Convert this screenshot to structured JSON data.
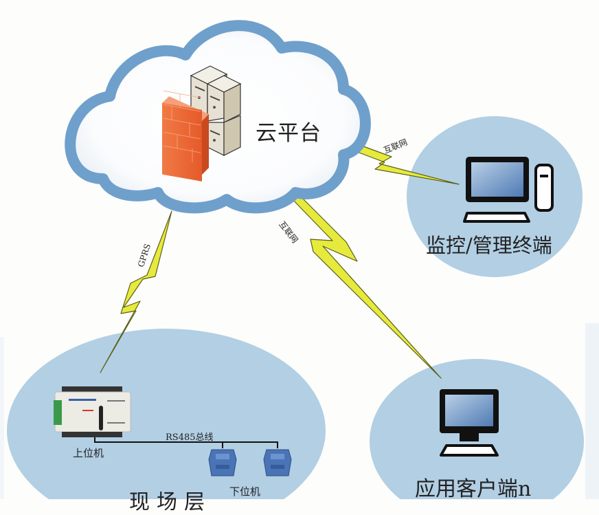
{
  "title": "云平台系统架构示意图",
  "nodes": {
    "cloud": {
      "label": "云平台",
      "icons": [
        "firewall-icon",
        "server-rack-icon"
      ]
    },
    "monitor_terminal": {
      "label": "监控/管理终端",
      "icons": [
        "desktop-computer-icon"
      ]
    },
    "app_client": {
      "label": "应用客户端n",
      "icons": [
        "monitor-icon"
      ]
    },
    "field_layer": {
      "label": "现场层",
      "upper_machine": {
        "label": "上位机",
        "icon": "controller-device-icon"
      },
      "lower_machine": {
        "label": "下位机",
        "count": 2,
        "icon": "rs485-module-icon"
      },
      "bus": {
        "label": "RS485总线"
      }
    }
  },
  "links": [
    {
      "from": "cloud",
      "to": "monitor_terminal",
      "label": "互联网",
      "style": "lightning"
    },
    {
      "from": "cloud",
      "to": "app_client",
      "label": "互联网",
      "style": "lightning"
    },
    {
      "from": "cloud",
      "to": "field_layer",
      "label": "GPRS",
      "style": "lightning"
    }
  ],
  "colors": {
    "cloud_outline": "#6fa0cc",
    "node_fill": "#b2cfe4",
    "lightning_fill": "#e6ea3c",
    "lightning_stroke": "#5b5e1a",
    "firewall": "#ef7440",
    "server": "#e6e1d2",
    "screen": "#6a93c4",
    "module": "#4a74b5"
  }
}
